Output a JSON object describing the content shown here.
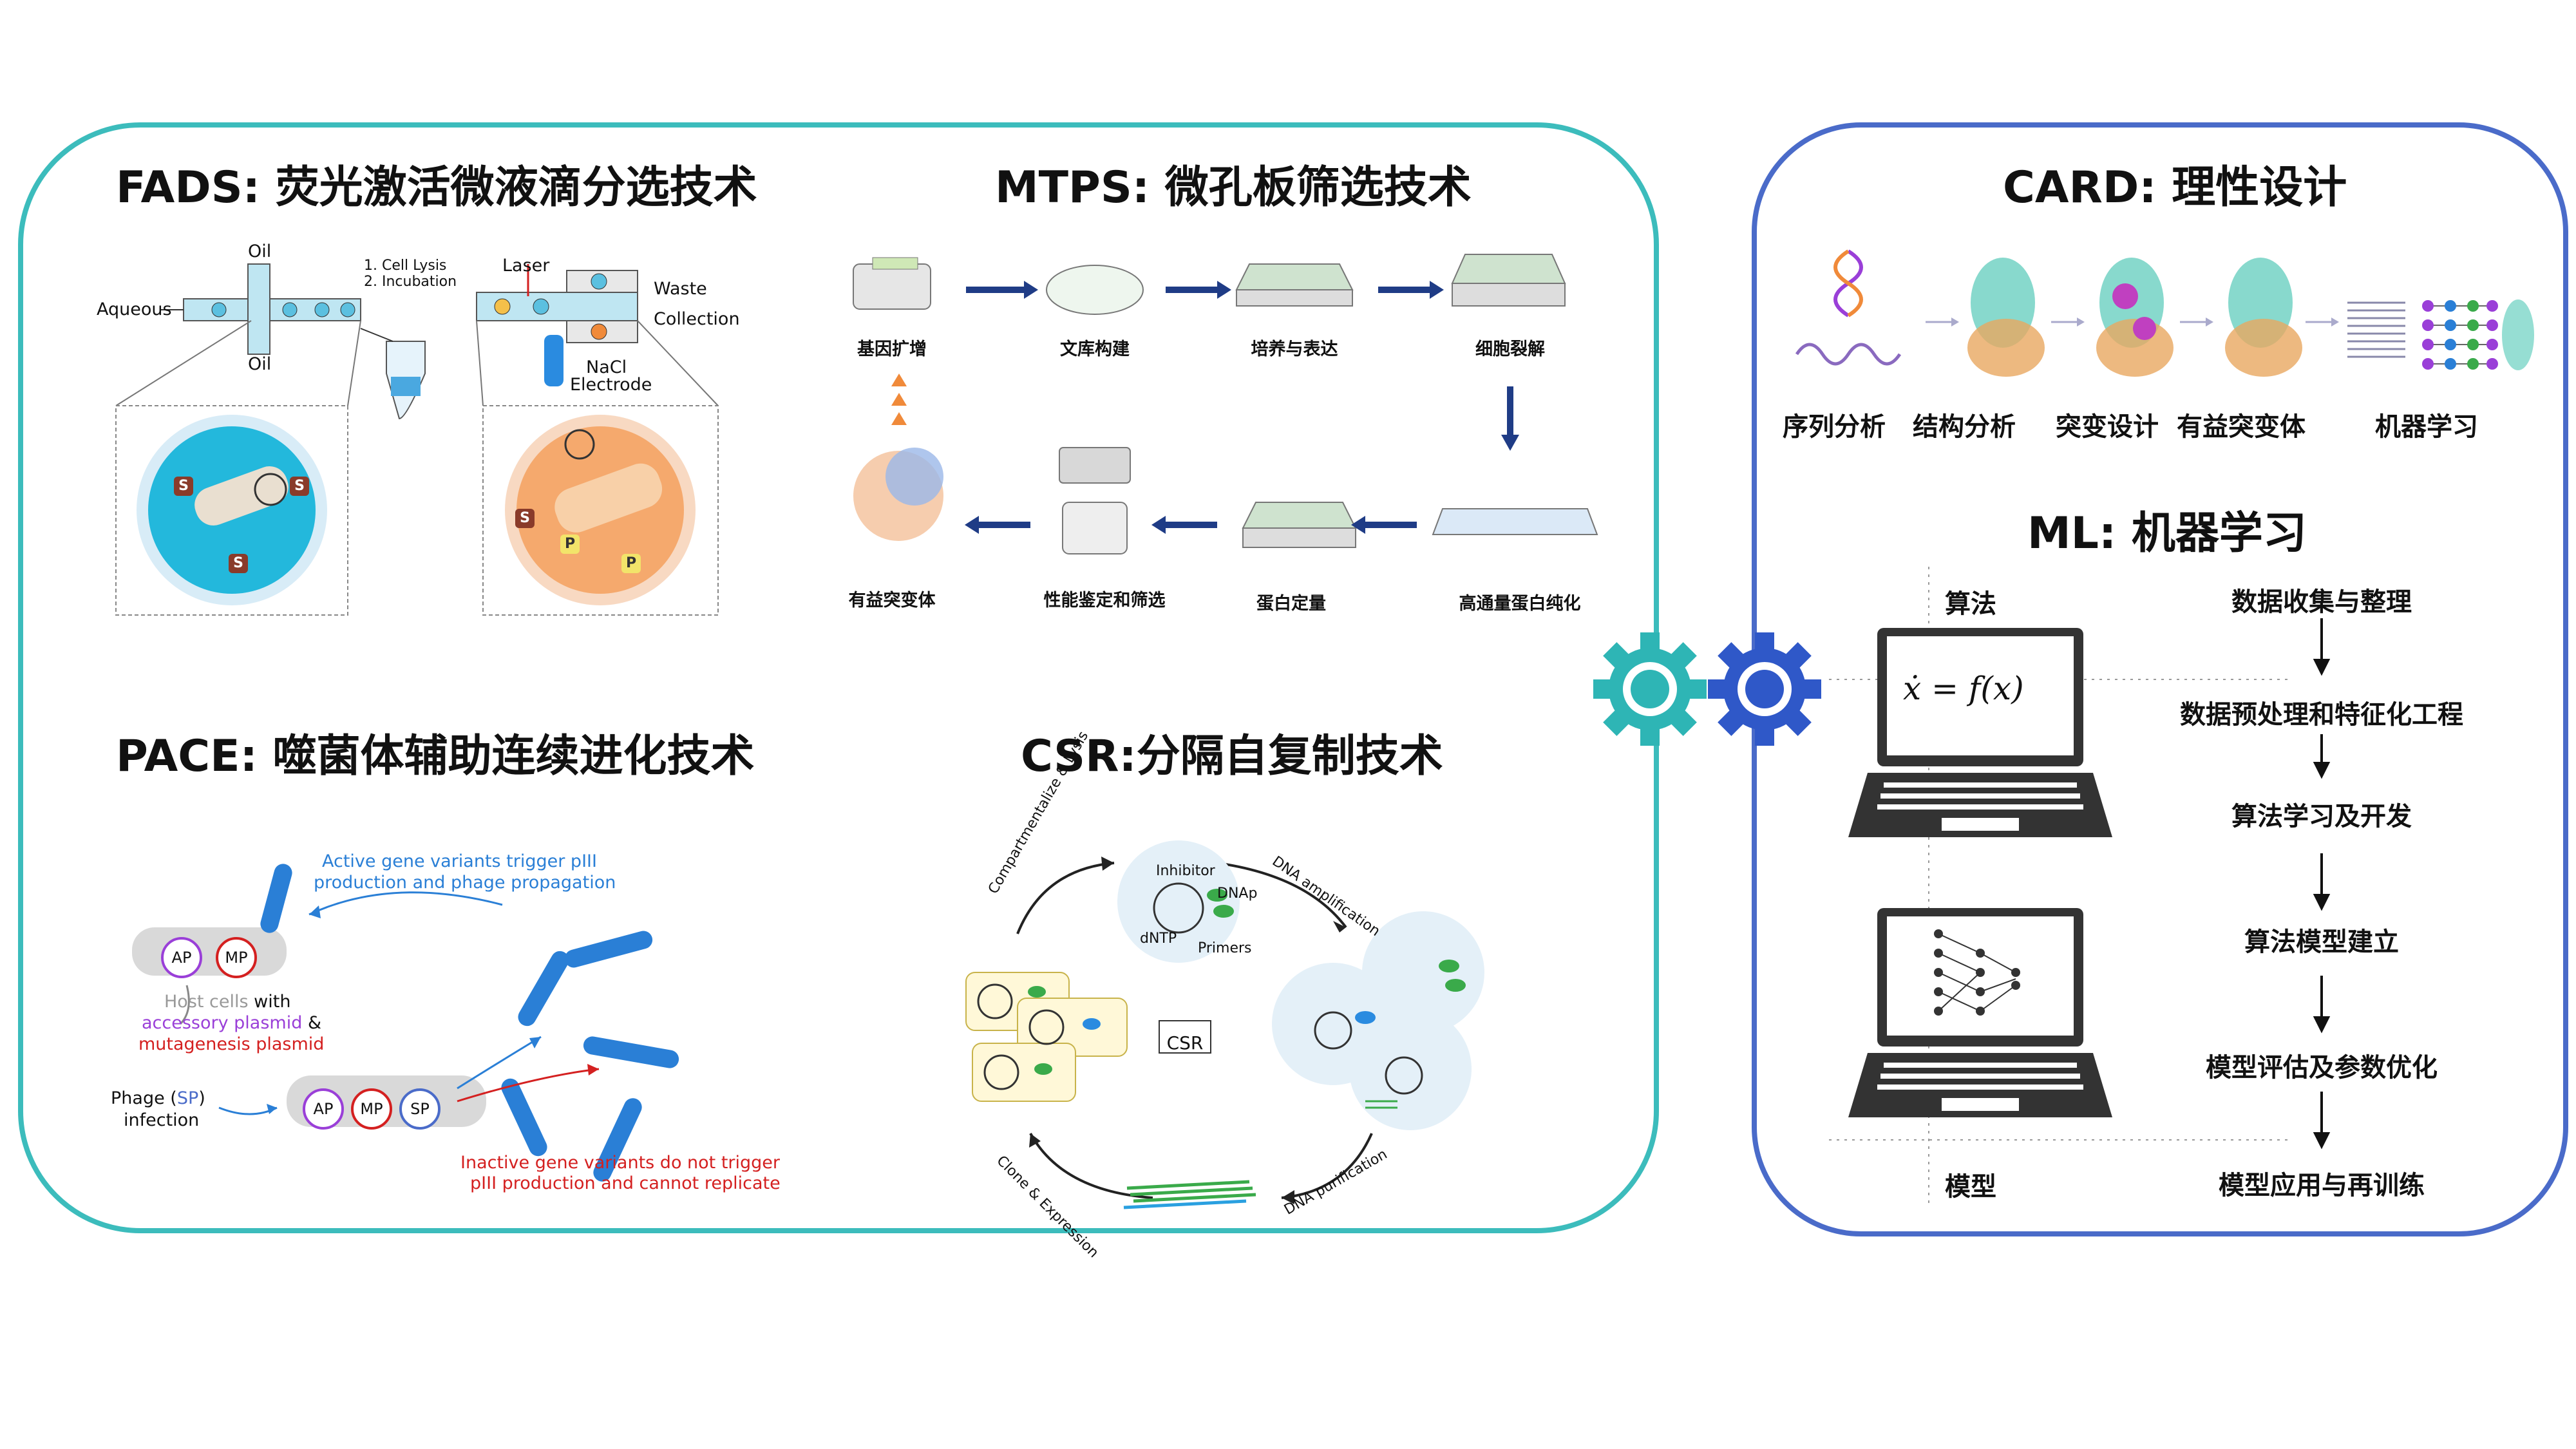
{
  "fads": {
    "title": "FADS: 荧光激活微液滴分选技术",
    "oil_top": "Oil",
    "oil_bottom": "Oil",
    "aqueous": "Aqueous",
    "step1": "1. Cell Lysis",
    "step2": "2. Incubation",
    "laser": "Laser",
    "waste": "Waste",
    "collection": "Collection",
    "nacl": "NaCl",
    "electrode": "Electrode",
    "s": "S",
    "p": "P"
  },
  "mtps": {
    "title": "MTPS: 微孔板筛选技术",
    "steps": [
      "基因扩增",
      "文库构建",
      "培养与表达",
      "细胞裂解",
      "高通量蛋白纯化",
      "蛋白定量",
      "性能鉴定和筛选",
      "有益突变体"
    ]
  },
  "pace": {
    "title": "PACE: 噬菌体辅助连续进化技术",
    "active_line1": "Active gene variants trigger pIII",
    "active_line2": "production and phage propagation",
    "host_line1_a": "Host cells",
    "host_line1_b": " with",
    "host_line2_a": "accessory plasmid",
    "host_line2_b": " &",
    "host_line3": "mutagenesis plasmid",
    "phage_line1_a": "Phage (",
    "phage_line1_b": "SP",
    "phage_line1_c": ")",
    "phage_line2": "infection",
    "inactive_line1": "Inactive gene variants do not trigger",
    "inactive_line2": "pIII production and cannot replicate",
    "ap": "AP",
    "mp": "MP",
    "sp": "SP"
  },
  "csr": {
    "title": "CSR:分隔自复制技术",
    "center": "CSR",
    "compartmentalize": "Compartmentalize & Lysis",
    "dna_amp": "DNA amplification",
    "dna_pur": "DNA purification",
    "clone": "Clone & Expression",
    "inhibitor": "Inhibitor",
    "dntp": "dNTP",
    "primers": "Primers",
    "dnap": "DNAp"
  },
  "card": {
    "title": "CARD: 理性设计",
    "steps": [
      "序列分析",
      "结构分析",
      "突变设计",
      "有益突变体",
      "机器学习"
    ]
  },
  "ml": {
    "title": "ML: 机器学习",
    "algorithm": "算法",
    "model": "模型",
    "formula": "ẋ = f(x)",
    "steps": [
      "数据收集与整理",
      "数据预处理和特征化工程",
      "算法学习及开发",
      "算法模型建立",
      "模型评估及参数优化",
      "模型应用与再训练"
    ]
  },
  "colors": {
    "teal": "#3cbcbc",
    "blue": "#4a6bc9",
    "navy": "#1f3c86",
    "orange": "#f08a3a",
    "purple": "#9a3fd8",
    "red": "#d42020",
    "phage_blue": "#2a7fd6"
  }
}
